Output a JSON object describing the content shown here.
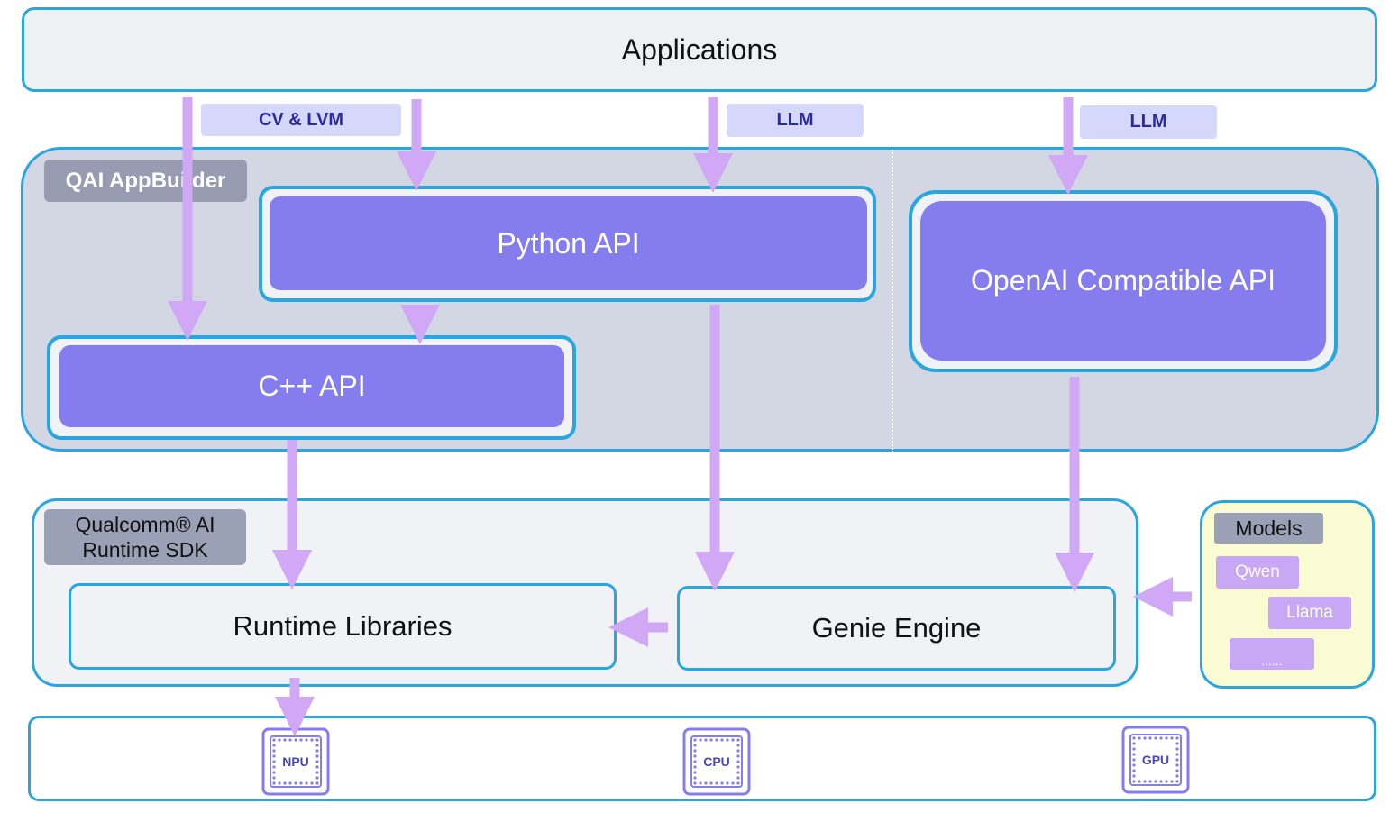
{
  "applications": {
    "label": "Applications"
  },
  "tags": {
    "cv_lvm": "CV & LVM",
    "llm_python": "LLM",
    "llm_openai": "LLM"
  },
  "appbuilder": {
    "label": "QAI AppBuilder",
    "python_api": "Python API",
    "cpp_api": "C++ API",
    "openai_api": "OpenAI Compatible API"
  },
  "runtime_sdk": {
    "label_line1": "Qualcomm® AI",
    "label_line2": "Runtime SDK",
    "runtime_libraries": "Runtime Libraries",
    "genie_engine": "Genie Engine"
  },
  "models": {
    "label": "Models",
    "items": [
      "Qwen",
      "Llama",
      "......"
    ]
  },
  "hardware": {
    "npu": "NPU",
    "cpu": "CPU",
    "gpu": "GPU"
  },
  "colors": {
    "border": "#29a6e0",
    "api_fill": "#857ded",
    "arrow": "#d1a8f5",
    "tag_fill": "#d5d8fb",
    "appbuilder_fill": "#d2d7e3",
    "models_fill": "#fafad3"
  }
}
